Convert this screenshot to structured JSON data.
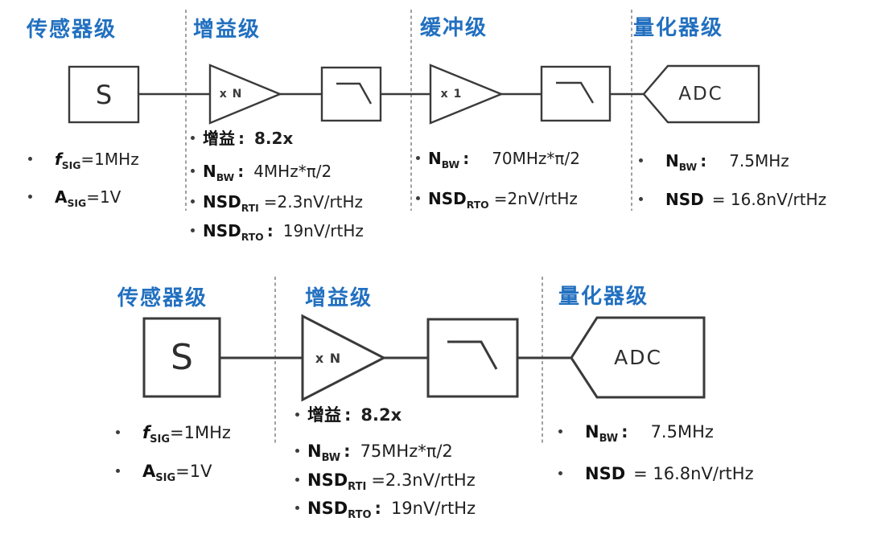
{
  "colors": {
    "header_blue": "#2270c0",
    "shape_stroke": "#3a3a3a",
    "divider_gray": "#8f8f8f",
    "text_dark": "#1f1f1f"
  },
  "top_diagram": {
    "headers": {
      "sensor": "传感器级",
      "gain": "增益级",
      "buffer": "缓冲级",
      "quantizer": "量化器级"
    },
    "blocks": {
      "sensor": "S",
      "gain_amp": "x N",
      "buffer_amp": "x 1",
      "adc": "ADC"
    },
    "sensor_specs": [
      {
        "sym": "f",
        "sub": "SIG",
        "sep": "",
        "rest": "=1MHz"
      },
      {
        "sym": "A",
        "sub": "SIG",
        "sep": "",
        "rest": "=1V"
      }
    ],
    "gain_specs": [
      {
        "sym": "增益",
        "sub": "",
        "sep": ":",
        "rest": "8.2x"
      },
      {
        "sym": "N",
        "sub": "BW",
        "sep": ":",
        "rest": "4MHz*π/2"
      },
      {
        "sym": "NSD",
        "sub": "RTI",
        "sep": "",
        "rest": "=2.3nV/rtHz"
      },
      {
        "sym": "NSD",
        "sub": "RTO",
        "sep": ":",
        "rest": "19nV/rtHz"
      }
    ],
    "buffer_specs": [
      {
        "sym": "N",
        "sub": "BW",
        "sep": ":",
        "rest": "70MHz*π/2"
      },
      {
        "sym": "NSD",
        "sub": "RTO",
        "sep": "",
        "rest": "=2nV/rtHz"
      }
    ],
    "quantizer_specs": [
      {
        "sym": "N",
        "sub": "BW",
        "sep": ":",
        "rest": "7.5MHz"
      },
      {
        "sym": "NSD",
        "sub": "",
        "sep": "",
        "rest": "= 16.8nV/rtHz"
      }
    ]
  },
  "bottom_diagram": {
    "headers": {
      "sensor": "传感器级",
      "gain": "增益级",
      "quantizer": "量化器级"
    },
    "blocks": {
      "sensor": "S",
      "gain_amp": "x N",
      "adc": "ADC"
    },
    "sensor_specs": [
      {
        "sym": "f",
        "sub": "SIG",
        "sep": "",
        "rest": "=1MHz"
      },
      {
        "sym": "A",
        "sub": "SIG",
        "sep": "",
        "rest": "=1V"
      }
    ],
    "gain_specs": [
      {
        "sym": "增益",
        "sub": "",
        "sep": ":",
        "rest": "8.2x"
      },
      {
        "sym": "N",
        "sub": "BW",
        "sep": ":",
        "rest": "75MHz*π/2"
      },
      {
        "sym": "NSD",
        "sub": "RTI",
        "sep": "",
        "rest": "=2.3nV/rtHz"
      },
      {
        "sym": "NSD",
        "sub": "RTO",
        "sep": ":",
        "rest": "19nV/rtHz"
      }
    ],
    "quantizer_specs": [
      {
        "sym": "N",
        "sub": "BW",
        "sep": ":",
        "rest": "7.5MHz"
      },
      {
        "sym": "NSD",
        "sub": "",
        "sep": "",
        "rest": "= 16.8nV/rtHz"
      }
    ]
  }
}
